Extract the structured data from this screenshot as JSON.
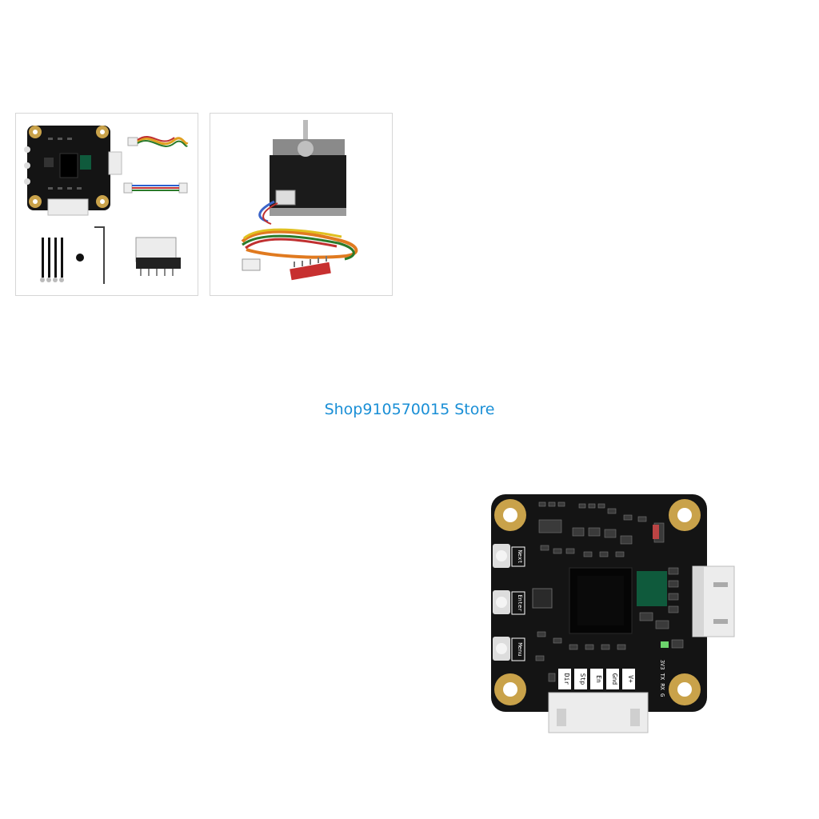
{
  "store": {
    "name": "Shop910570015 Store"
  },
  "thumbnails": [
    {
      "icon": "driver-kit-thumbnail"
    },
    {
      "icon": "stepper-motor-kit-thumbnail"
    }
  ],
  "board_labels": {
    "next": "Next",
    "enter": "Enter",
    "menu": "Menu",
    "pins": [
      "Dir",
      "Stp",
      "En",
      "Gnd",
      "V+"
    ],
    "uart": "3V3 TX RX G"
  },
  "colors": {
    "link": "#1a8fd6",
    "pcb": "#141414",
    "pad": "#c9a24a",
    "connector": "#ececec",
    "chip": "#0f5a3c"
  }
}
